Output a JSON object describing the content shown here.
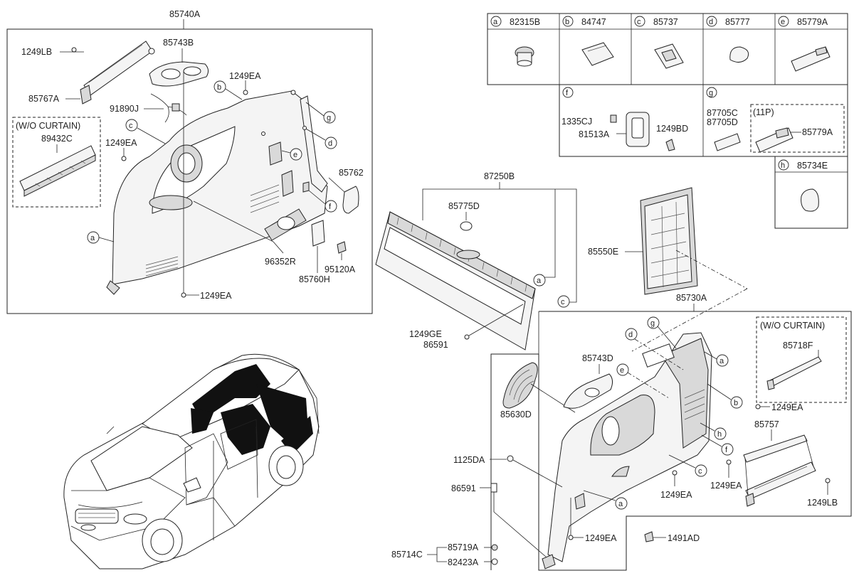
{
  "labels": {
    "l85740A": "85740A",
    "l1249LB_a": "1249LB",
    "l85743B": "85743B",
    "l85767A": "85767A",
    "l91890J": "91890J",
    "lwo_curtain_a": "(W/O CURTAIN)",
    "l89432C": "89432C",
    "l1249EA_a": "1249EA",
    "l1249EA_b": "1249EA",
    "l1249EA_c": "1249EA",
    "l85762": "85762",
    "l96352R": "96352R",
    "l95120A": "95120A",
    "l85760H": "85760H",
    "l87250B": "87250B",
    "l85775D": "85775D",
    "l1249GE": "1249GE",
    "l86591_a": "86591",
    "l85550E": "85550E",
    "l85730A": "85730A",
    "l85743D": "85743D",
    "l85630D": "85630D",
    "lwo_curtain_b": "(W/O CURTAIN)",
    "l85718F": "85718F",
    "l1249EA_d": "1249EA",
    "l85757": "85757",
    "l1249EA_e": "1249EA",
    "l1249EA_f": "1249EA",
    "l1249LB_b": "1249LB",
    "l1125DA": "1125DA",
    "l86591_b": "86591",
    "l1249EA_g": "1249EA",
    "l1491AD": "1491AD",
    "l85714C": "85714C",
    "l85719A": "85719A",
    "l82423A": "82423A"
  },
  "callouts": {
    "a": "a",
    "b": "b",
    "c": "c",
    "d": "d",
    "e": "e",
    "f": "f",
    "g": "g",
    "h": "h"
  },
  "legend": {
    "a": "82315B",
    "b": "84747",
    "c": "85737",
    "d": "85777",
    "e": "85779A",
    "f_1335CJ": "1335CJ",
    "f_81513A": "81513A",
    "f_1249BD": "1249BD",
    "g_87705C": "87705C",
    "g_87705D": "87705D",
    "g_11p": "(11P)",
    "g_85779A": "85779A",
    "h": "85734E"
  },
  "colors": {
    "line": "#222222",
    "part_fill": "#f4f4f4",
    "shade": "#d9d9d9",
    "interior_black": "#111111"
  }
}
